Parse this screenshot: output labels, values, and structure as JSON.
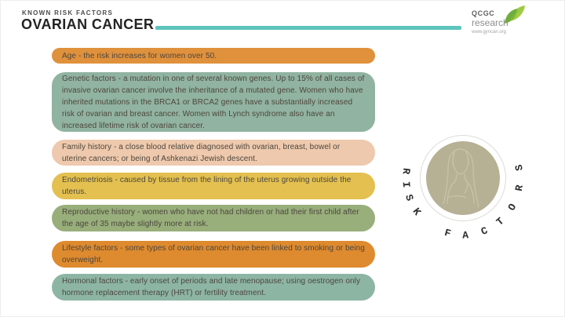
{
  "header": {
    "kicker": "KNOWN RISK FACTORS",
    "title": "OVARIAN CANCER",
    "accent_line_color": "#5ec5bd"
  },
  "logo": {
    "org": "QCGC",
    "org_sub": "research",
    "url": "www.gyncan.org",
    "leaf_color_dark": "#6fae3e",
    "leaf_color_light": "#a2cc44"
  },
  "risk_factors": [
    {
      "text": "Age - the risk increases for women over 50.",
      "color": "#e0913c"
    },
    {
      "text": "Genetic factors - a mutation in one of several known genes. Up to 15% of all cases of invasive ovarian cancer involve the inheritance of a mutated gene. Women who have inherited mutations in the BRCA1 or BRCA2 genes have a substantially increased risk of ovarian and breast cancer. Women with Lynch syndrome also have an increased lifetime risk of ovarian cancer.",
      "color": "#91b3a1"
    },
    {
      "text": "Family history - a close blood relative diagnosed with ovarian, breast, bowel or uterine cancers; or being of Ashkenazi Jewish descent.",
      "color": "#eec9ad"
    },
    {
      "text": "Endometriosis - caused by tissue from the lining of the uterus growing outside the uterus.",
      "color": "#e3c04f"
    },
    {
      "text": "Reproductive history - women who have not had children or had their first child after the age of 35 maybe slightly more at risk.",
      "color": "#98ae7b"
    },
    {
      "text": "Lifestyle factors - some types of ovarian cancer have been linked to smoking or being overweight.",
      "color": "#de8a2e"
    },
    {
      "text": "Hormonal factors - early onset of periods and late menopause; using oestrogen only hormone replacement therapy (HRT) or fertility  treatment.",
      "color": "#8db5a4"
    }
  ],
  "wheel": {
    "label": "RISK FACTORS",
    "disc_color": "#b6b195",
    "illustration_stroke": "#c9c4aa",
    "letter_color": "#2c2c2c"
  }
}
